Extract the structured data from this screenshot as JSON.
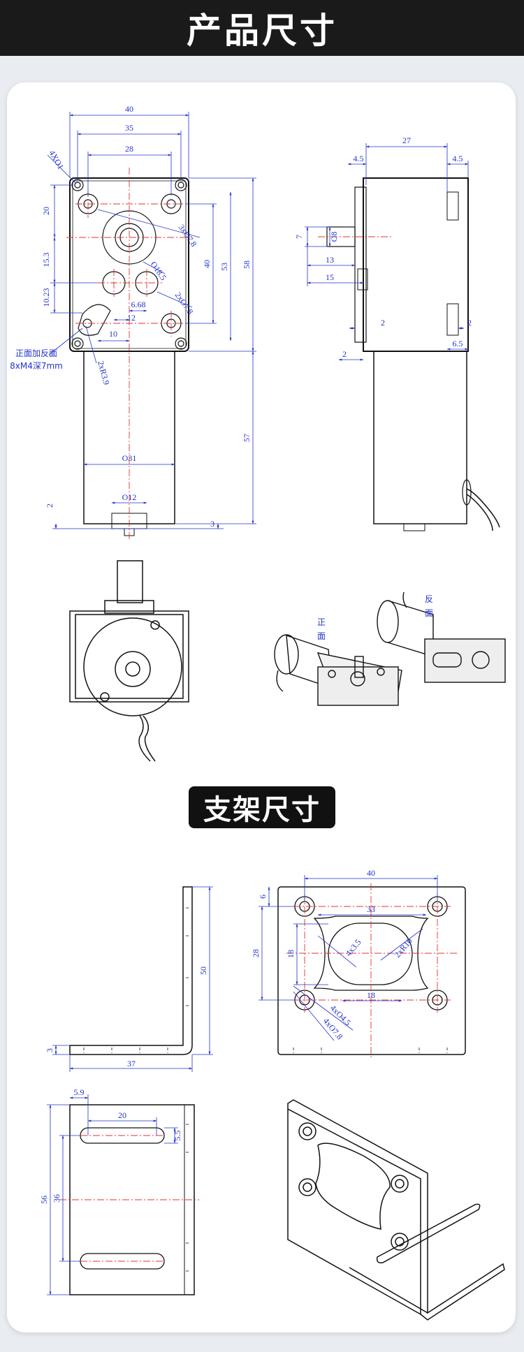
{
  "header": {
    "title": "产品尺寸"
  },
  "section2": {
    "title": "支架尺寸"
  },
  "motor_front": {
    "dims": [
      "40",
      "35",
      "28",
      "4XO1",
      "20",
      "15.3",
      "10.23",
      "3xO7.8",
      "O18.5",
      "2xO7.8",
      "40",
      "53",
      "58",
      "6.68",
      "12",
      "10",
      "2xR3.9",
      "O31",
      "O12",
      "57",
      "2",
      "3"
    ],
    "note_line1": "正面加反面",
    "note_line2": "8xM4深7mm"
  },
  "motor_side": {
    "dims": [
      "27",
      "4.5",
      "4.5",
      "7",
      "O8",
      "13",
      "15",
      "2",
      "2",
      "2",
      "6.5"
    ]
  },
  "photo": {
    "label_front": [
      "正",
      "面"
    ],
    "label_back": [
      "反",
      "面"
    ]
  },
  "bracket_side": {
    "dims": [
      "50",
      "3",
      "37"
    ]
  },
  "bracket_face": {
    "dims": [
      "40",
      "6",
      "33",
      "28",
      "18",
      "4x3.5",
      "2xR10",
      "18",
      "4xO4.5",
      "4xO7.8"
    ]
  },
  "bracket_base": {
    "dims": [
      "5.9",
      "20",
      "5.5",
      "56",
      "36"
    ]
  },
  "colors": {
    "dimension": "#2233cc",
    "centerline": "#e53030",
    "outline": "#111111"
  }
}
